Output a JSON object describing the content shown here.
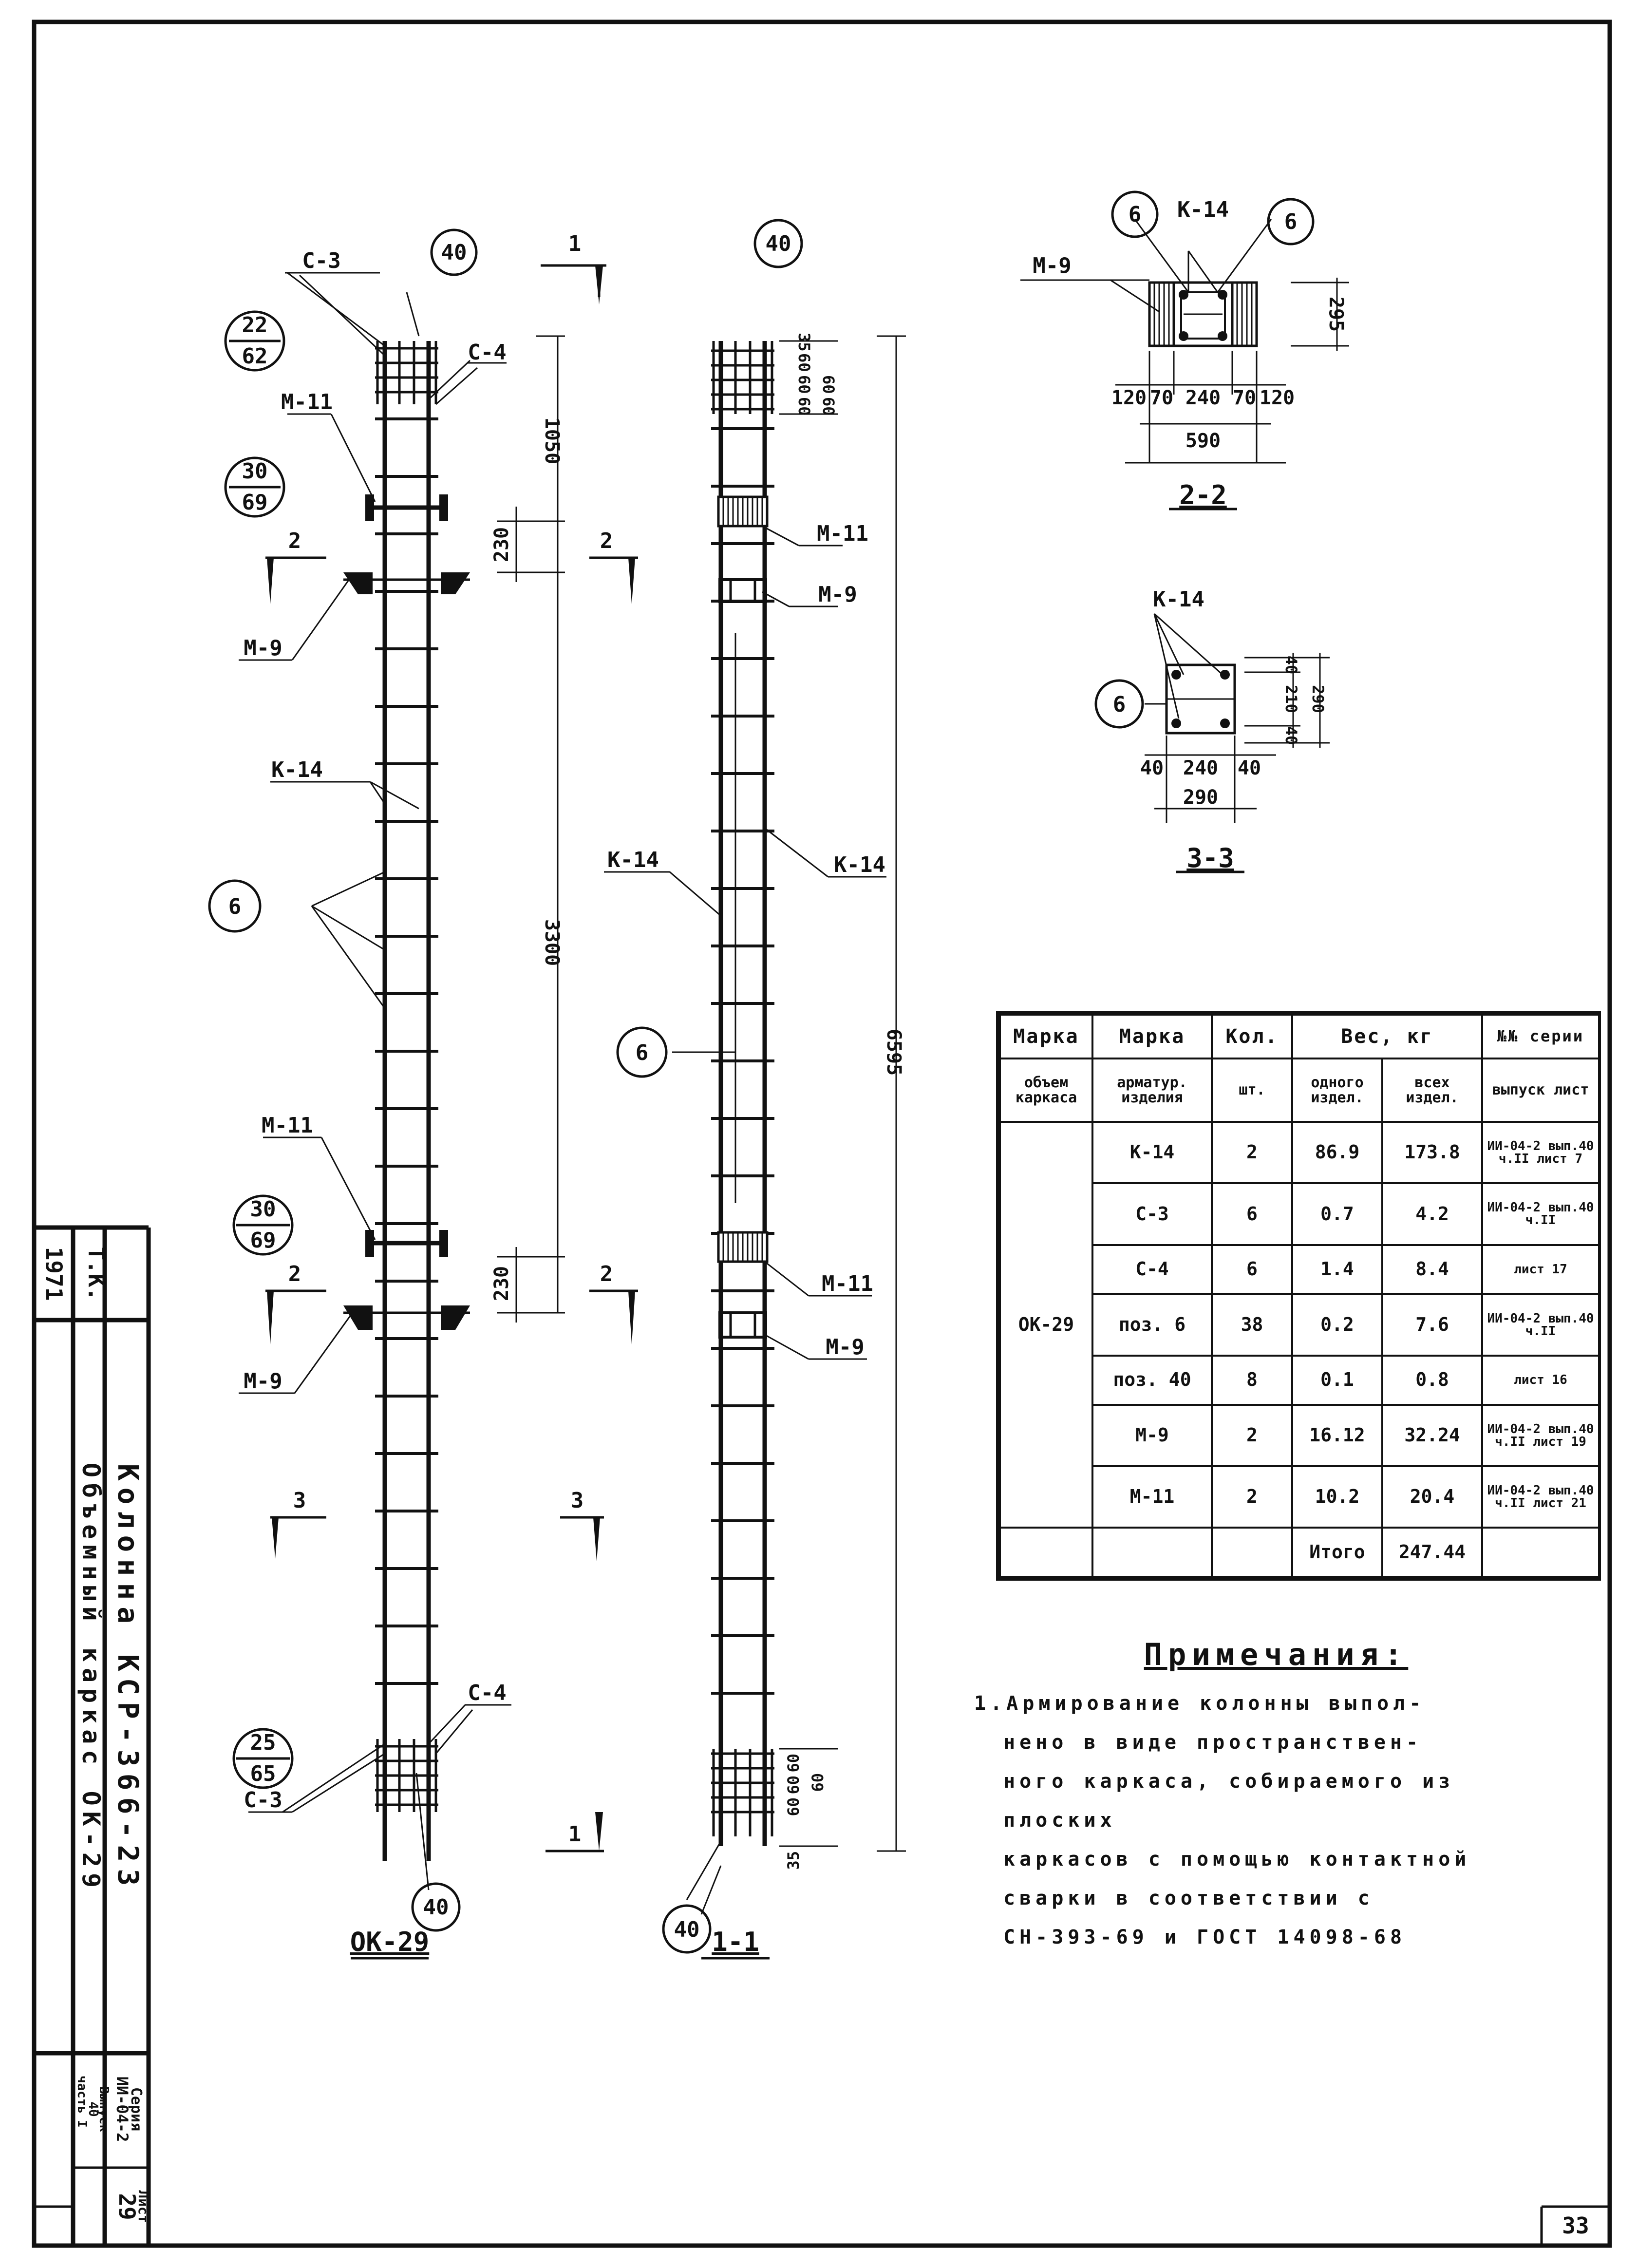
{
  "title_block": {
    "year": "1971",
    "initials": "Т.К.",
    "title_line1": "Колонна КСР-366-23",
    "title_line2": "Объемный каркас ОК-29",
    "series_label": "Серия",
    "series_value": "ИИ-04-2",
    "issue_label": "Выпуск",
    "issue_value": "40",
    "part_label": "часть",
    "part_value": "I",
    "sheet_label": "Лист",
    "sheet_value": "29",
    "corner_number": "33"
  },
  "elevation_ok29": {
    "caption": "ОК-29",
    "mark_40_top": "40",
    "mark_40_bottom": "40",
    "mark_6": "6",
    "frac_22_62": [
      "22",
      "62"
    ],
    "frac_30_69_a": [
      "30",
      "69"
    ],
    "frac_30_69_b": [
      "30",
      "69"
    ],
    "frac_25_65": [
      "25",
      "65"
    ],
    "c3_top": "С-3",
    "c4_top": "С-4",
    "c4_bottom": "С-4",
    "c3_bottom": "С-3",
    "m11_top": "М-11",
    "m11_bottom": "М-11",
    "m9_top": "М-9",
    "m9_bottom": "М-9",
    "k14": "К-14",
    "dim_1050": "1050",
    "dim_230_top": "230",
    "dim_3300": "3300",
    "dim_230_bottom": "230",
    "sec1": "1",
    "sec2": "2",
    "sec3": "3"
  },
  "section_11": {
    "caption": "1-1",
    "mark_40_top": "40",
    "mark_40_bottom": "40",
    "mark_6": "6",
    "m11_top": "М-11",
    "m9_top": "М-9",
    "k14_left": "К-14",
    "k14_right": "К-14",
    "m11_bottom": "М-11",
    "m9_bottom": "М-9",
    "dims_top": [
      "35",
      "60",
      "60",
      "60",
      "60",
      "60"
    ],
    "dims_bottom": [
      "60",
      "60",
      "60",
      "60",
      "35"
    ],
    "dim_total": "6595"
  },
  "section_22": {
    "caption": "2-2",
    "mark_6a": "6",
    "mark_6b": "6",
    "k14": "К-14",
    "m9": "М-9",
    "dims": [
      "120",
      "70",
      "240",
      "70",
      "120"
    ],
    "total": "590",
    "height": "295"
  },
  "section_33": {
    "caption": "3-3",
    "k14": "К-14",
    "mark_6": "6",
    "dims": [
      "40",
      "240",
      "40"
    ],
    "total": "290",
    "vdims": [
      "40",
      "210",
      "290",
      "40"
    ]
  },
  "table": {
    "h_mark_obj": "Марка",
    "h_mark_arm": "Марка",
    "h_qty": "Кол.",
    "h_weight": "Вес, кг",
    "h_series": "№№ серии",
    "h2_mark_obj": "объем каркаса",
    "h2_mark_arm": "арматур. изделия",
    "h2_qty": "шт.",
    "h2_one": "одного издел.",
    "h2_all": "всех издел.",
    "h2_series": "выпуск лист",
    "group_mark": "ОК-29",
    "rows": [
      {
        "mark": "К-14",
        "qty": "2",
        "one": "86.9",
        "all": "173.8",
        "ref": "ИИ-04-2 вып.40 ч.II лист 7"
      },
      {
        "mark": "С-3",
        "qty": "6",
        "one": "0.7",
        "all": "4.2",
        "ref": "ИИ-04-2 вып.40 ч.II"
      },
      {
        "mark": "С-4",
        "qty": "6",
        "one": "1.4",
        "all": "8.4",
        "ref": "лист 17"
      },
      {
        "mark": "поз. 6",
        "qty": "38",
        "one": "0.2",
        "all": "7.6",
        "ref": "ИИ-04-2 вып.40 ч.II"
      },
      {
        "mark": "поз. 40",
        "qty": "8",
        "one": "0.1",
        "all": "0.8",
        "ref": "лист 16"
      },
      {
        "mark": "М-9",
        "qty": "2",
        "one": "16.12",
        "all": "32.24",
        "ref": "ИИ-04-2 вып.40 ч.II лист 19"
      },
      {
        "mark": "М-11",
        "qty": "2",
        "one": "10.2",
        "all": "20.4",
        "ref": "ИИ-04-2 вып.40 ч.II лист 21"
      }
    ],
    "total_label": "Итого",
    "total_value": "247.44"
  },
  "notes": {
    "title": "Примечания:",
    "text_lines": [
      "1.Армирование колонны выпол-",
      "нено в виде пространствен-",
      "ного каркаса, собираемого из плоских",
      "каркасов с помощью контактной",
      "сварки в соответствии с",
      "СН-393-69 и ГОСТ 14098-68"
    ]
  }
}
